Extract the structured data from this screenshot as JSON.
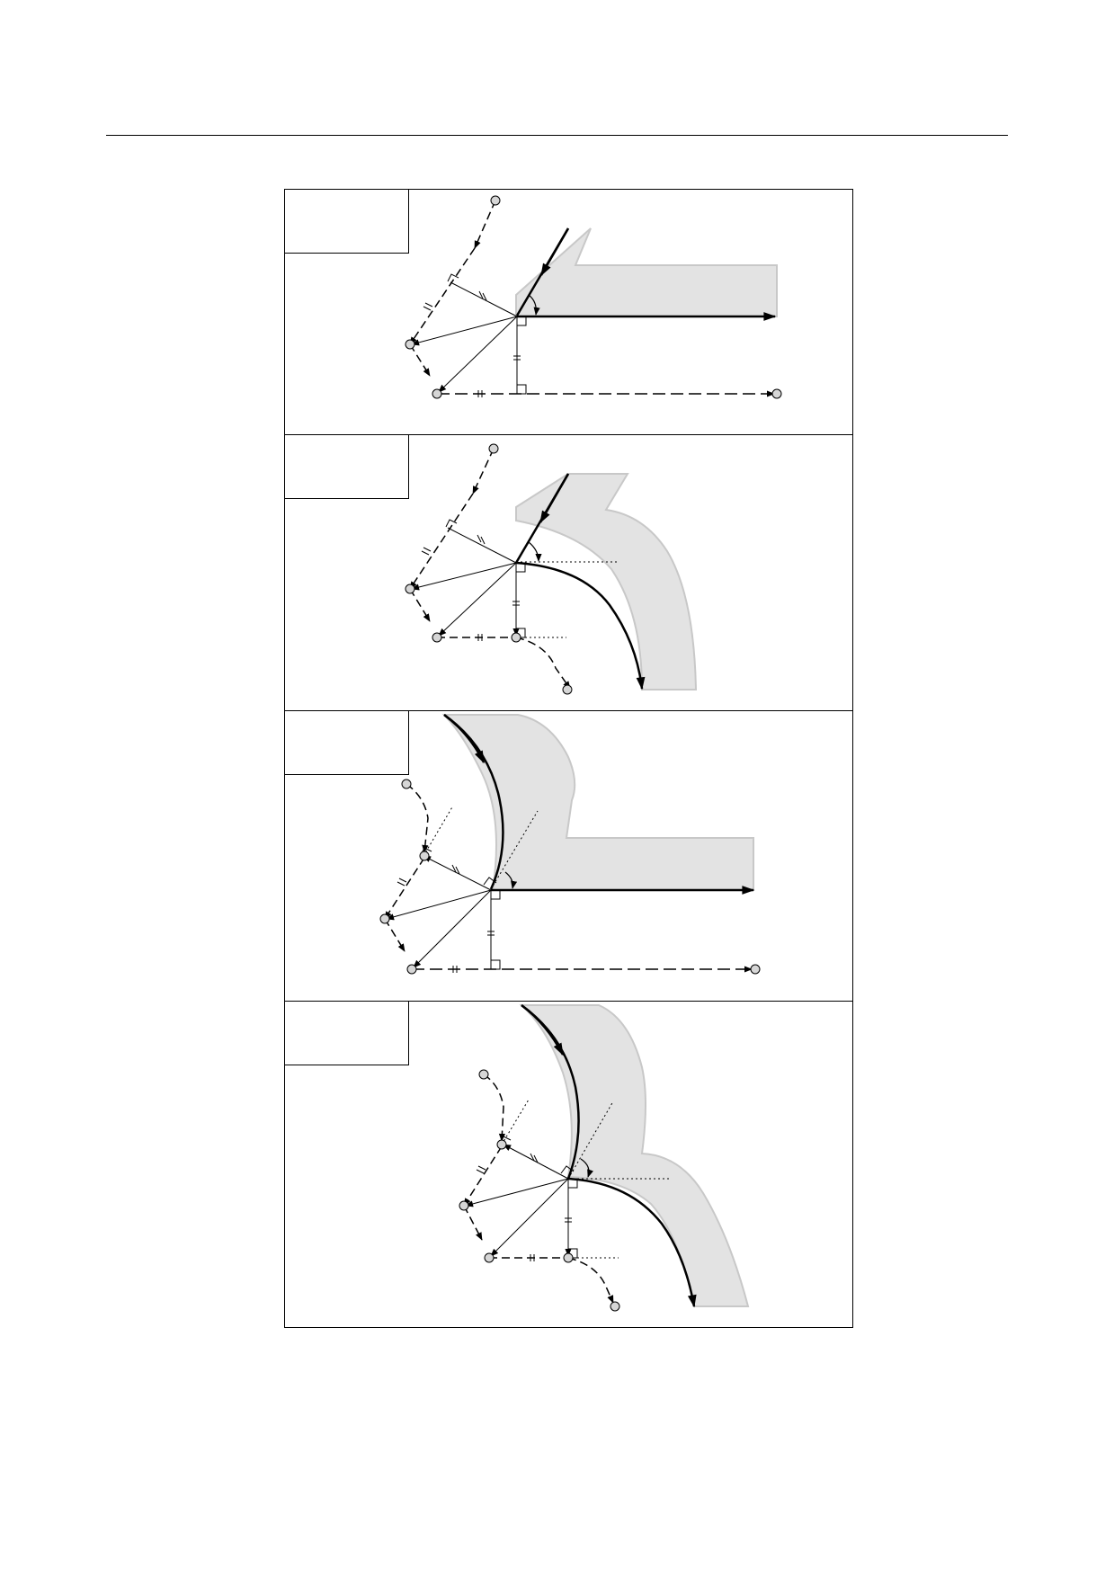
{
  "page": {
    "panels": [
      {
        "id": "panel-1",
        "label": ""
      },
      {
        "id": "panel-2",
        "label": ""
      },
      {
        "id": "panel-3",
        "label": ""
      },
      {
        "id": "panel-4",
        "label": ""
      }
    ]
  },
  "colors": {
    "line": "#000000",
    "shade_fill": "#e3e3e3",
    "shade_edge": "#c8c8c8",
    "point_fill": "#d6d6d6"
  }
}
